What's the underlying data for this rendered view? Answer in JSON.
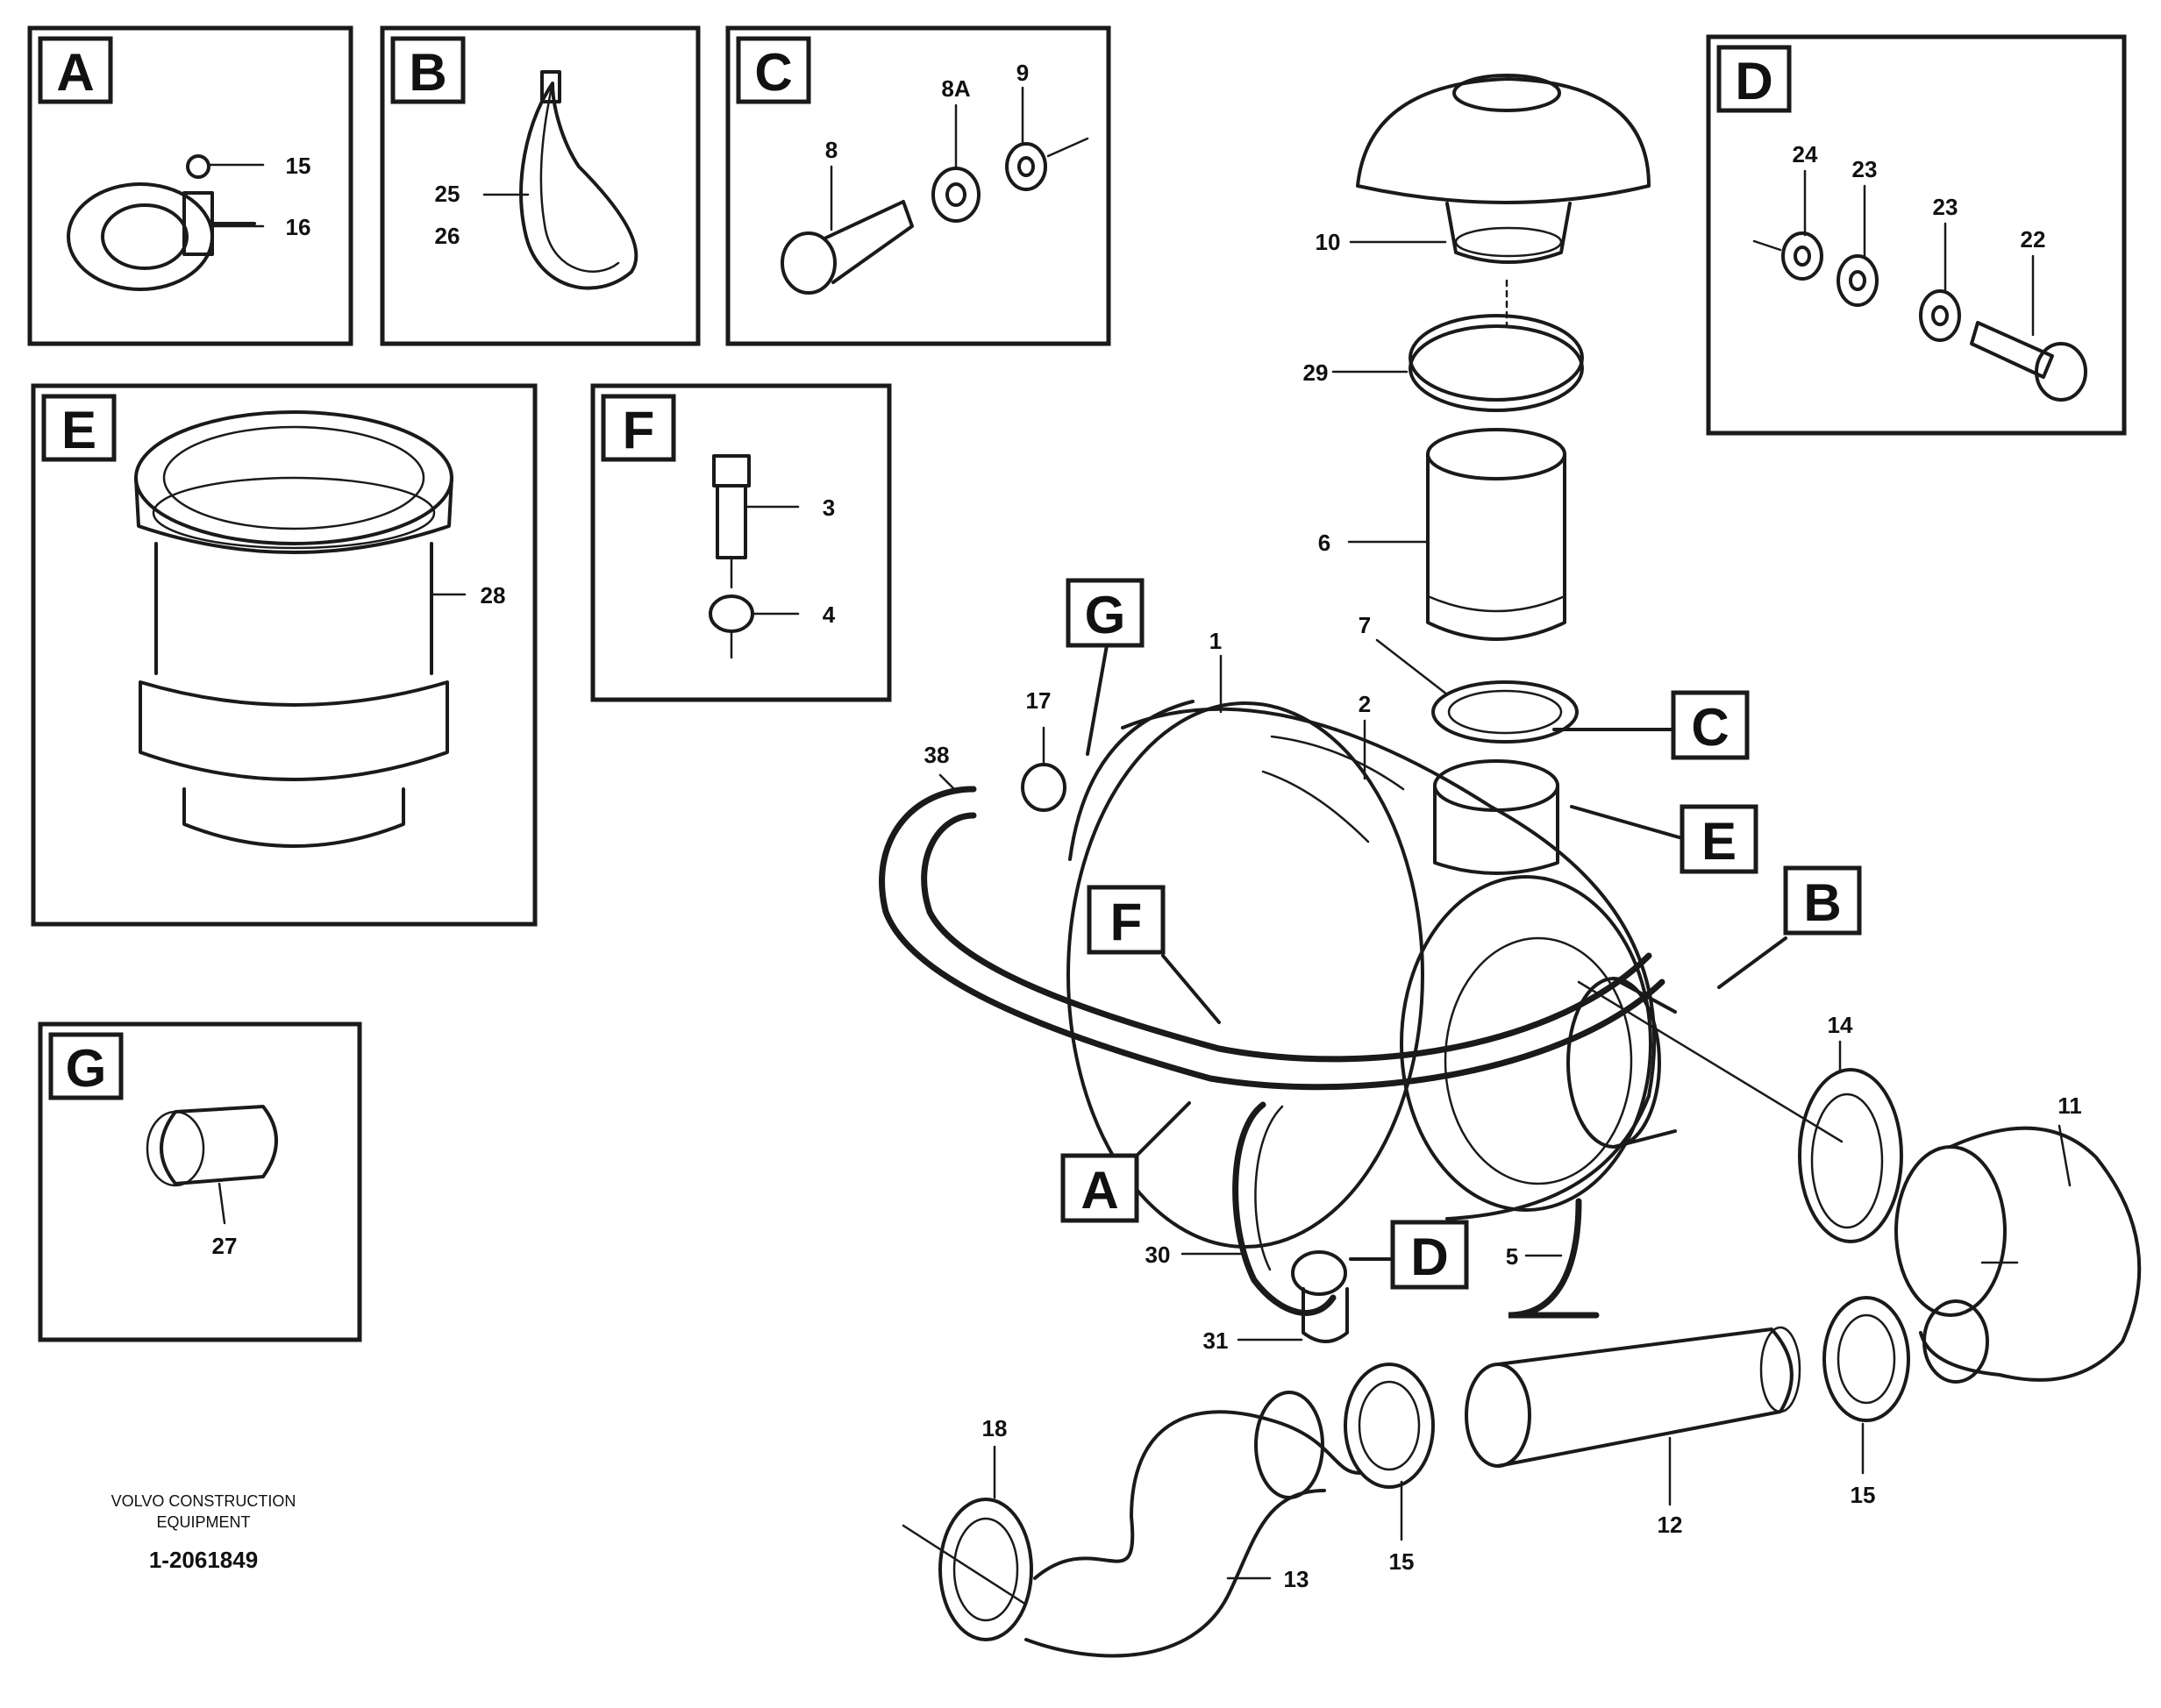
{
  "diagram": {
    "insets": [
      {
        "letter": "A",
        "parts": [
          "15",
          "16"
        ]
      },
      {
        "letter": "B",
        "parts": [
          "25",
          "26"
        ]
      },
      {
        "letter": "C",
        "parts": [
          "8",
          "8A",
          "9"
        ]
      },
      {
        "letter": "D",
        "parts": [
          "24",
          "23",
          "23",
          "22"
        ]
      },
      {
        "letter": "E",
        "parts": [
          "28"
        ]
      },
      {
        "letter": "F",
        "parts": [
          "3",
          "4"
        ]
      },
      {
        "letter": "G",
        "parts": [
          "27"
        ]
      }
    ],
    "callouts": [
      "G",
      "C",
      "E",
      "F",
      "B",
      "A",
      "D"
    ],
    "part_numbers": [
      "10",
      "29",
      "6",
      "7",
      "1",
      "2",
      "17",
      "38",
      "14",
      "11",
      "5",
      "30",
      "31",
      "18",
      "13",
      "15",
      "12",
      "15"
    ],
    "reference": {
      "caption_line1": "VOLVO CONSTRUCTION",
      "caption_line2": "EQUIPMENT",
      "code": "1-2061849"
    }
  }
}
